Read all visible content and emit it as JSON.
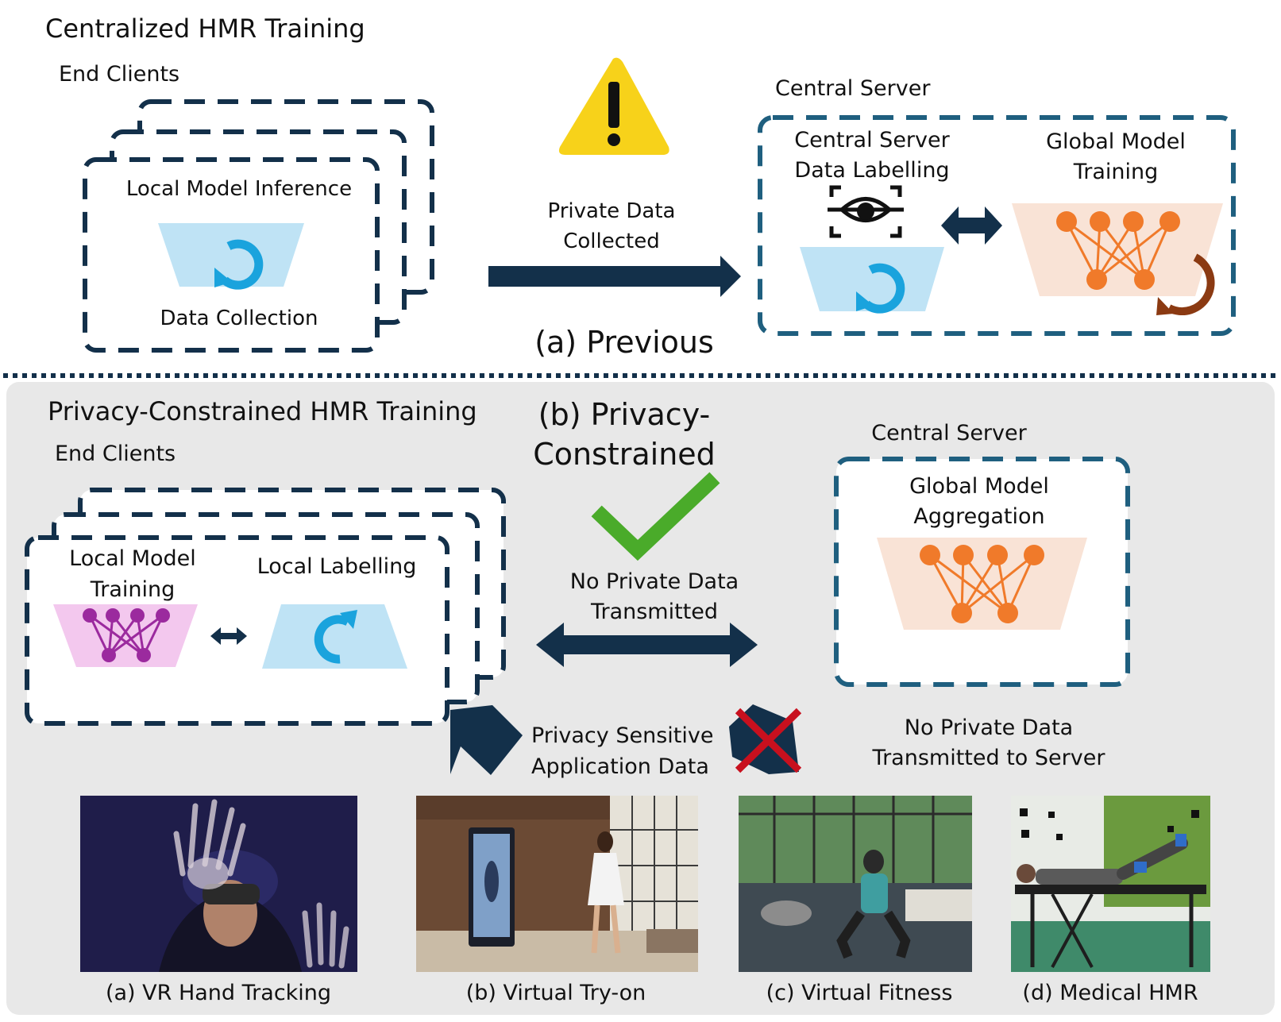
{
  "top": {
    "title": "Centralized HMR Training",
    "end_clients_label": "End Clients",
    "local_inference_label": "Local Model Inference",
    "data_collection_label": "Data Collection",
    "arrow_label": [
      "Private Data",
      "Collected"
    ],
    "central_server_label": "Central Server",
    "server_labelling": [
      "Central Server",
      "Data Labelling"
    ],
    "global_training": [
      "Global Model",
      "Training"
    ],
    "caption": "(a) Previous"
  },
  "bottom": {
    "title": "Privacy-Constrained HMR Training",
    "caption": [
      "(b) Privacy-",
      "Constrained"
    ],
    "end_clients_label": "End Clients",
    "local_training": [
      "Local Model",
      "Training"
    ],
    "local_labelling": "Local Labelling",
    "arrow_label": [
      "No Private Data",
      "Transmitted"
    ],
    "central_server_label": "Central Server",
    "global_aggregation": [
      "Global Model",
      "Aggregation"
    ],
    "sensitive_label": [
      "Privacy Sensitive",
      "Application Data"
    ],
    "no_transmit_label": [
      "No Private Data",
      "Transmitted to Server"
    ],
    "apps": [
      {
        "caption": "(a) VR Hand Tracking"
      },
      {
        "caption": "(b) Virtual Try-on"
      },
      {
        "caption": "(c) Virtual Fitness"
      },
      {
        "caption": "(d) Medical HMR"
      }
    ]
  },
  "colors": {
    "navy": "#13304a",
    "teal_dashed": "#1f5f7f",
    "light_blue": "#bfe3f5",
    "cyan": "#1aa3dd",
    "peach": "#f9e3d6",
    "orange": "#f07a2a",
    "pink": "#f3c8ee",
    "purple": "#9b2a9e",
    "brown": "#8b3a12",
    "yellow": "#f7d21a",
    "green": "#4aab2a",
    "red": "#c8101e",
    "panel_gray": "#e8e8e8"
  }
}
